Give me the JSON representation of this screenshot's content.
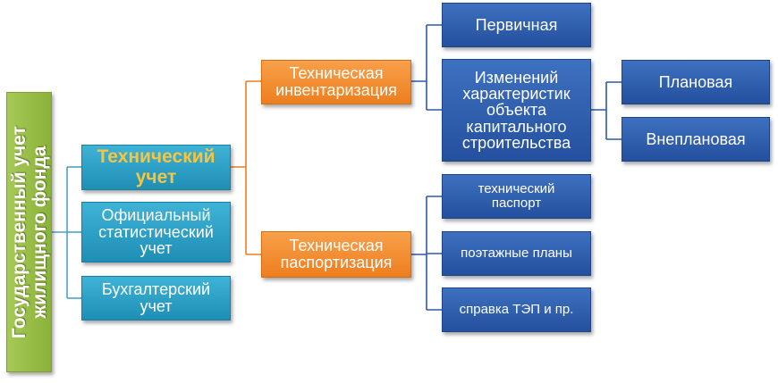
{
  "diagram": {
    "root": "Государственный учет\nжилищного фонда",
    "level1": [
      "Технический\nучет",
      "Официальный\nстатистический\nучет",
      "Бухгалтерский\nучет"
    ],
    "level2": [
      "Техническая\nинвентаризация",
      "Техническая\nпаспортизация"
    ],
    "inventory_children": [
      "Первичная",
      "Изменений\nхарактеристик\nобъекта\nкапитального\nстроительства"
    ],
    "change_children": [
      "Плановая",
      "Внеплановая"
    ],
    "passport_children": [
      "технический\nпаспорт",
      "поэтажные планы",
      "справка ТЭП и пр."
    ]
  },
  "colors": {
    "root": "#8ab23a",
    "level1": "#1f8eb5",
    "level2": "#ee7e1f",
    "leaf": "#24509e",
    "highlight_text": "#f4c542"
  }
}
